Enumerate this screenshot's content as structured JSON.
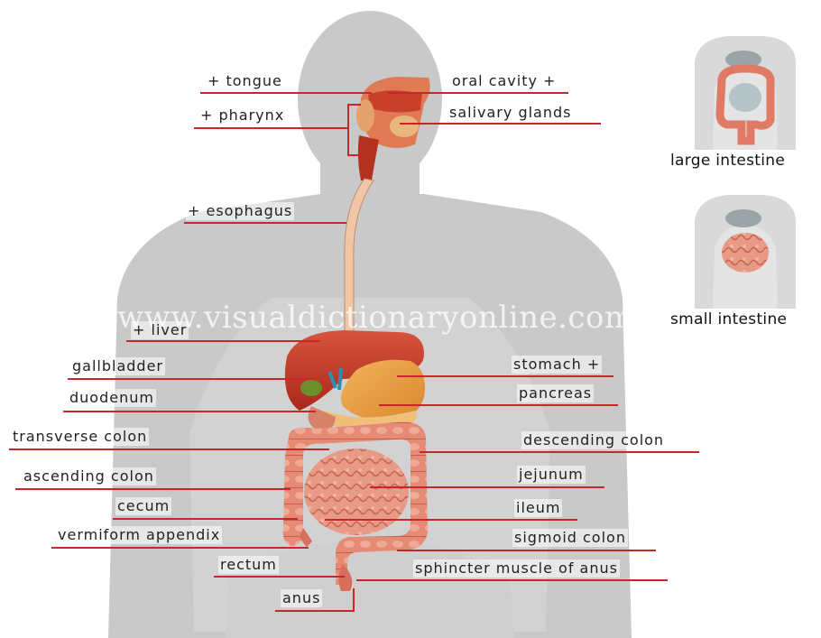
{
  "diagram": {
    "labels_left": {
      "tongue": "+ tongue",
      "pharynx": "+ pharynx",
      "esophagus": "+ esophagus",
      "liver": "+ liver",
      "gallbladder": "gallbladder",
      "duodenum": "duodenum",
      "transverse_colon": "transverse colon",
      "ascending_colon": "ascending colon",
      "cecum": "cecum",
      "vermiform_appendix": "vermiform appendix",
      "rectum": "rectum",
      "anus": "anus"
    },
    "labels_right": {
      "oral_cavity": "oral cavity +",
      "salivary_glands": "salivary glands",
      "stomach": "stomach +",
      "pancreas": "pancreas",
      "descending_colon": "descending colon",
      "jejunum": "jejunum",
      "ileum": "ileum",
      "sigmoid_colon": "sigmoid colon",
      "sphincter": "sphincter muscle of anus"
    },
    "watermark": "www.visualdictionaryonline.com",
    "thumbnails": {
      "large_intestine": "large intestine",
      "small_intestine": "small intestine"
    },
    "colors": {
      "leader_line": "#c9262c",
      "silhouette": "#c7c7c7",
      "organ_red": "#c0392b",
      "intestine_pink": "#e8907e"
    }
  }
}
